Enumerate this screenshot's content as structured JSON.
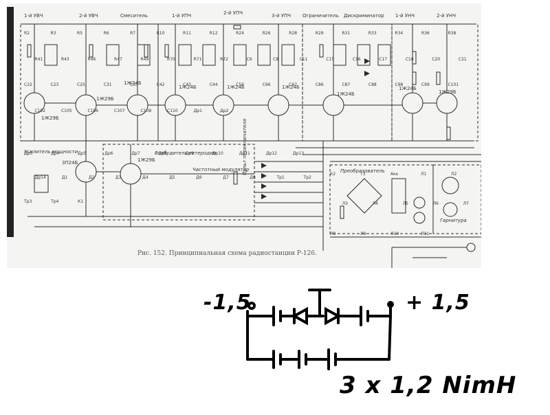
{
  "scan": {
    "caption": "Рис. 152. Принципиальная схема радиостанции Р-126.",
    "sections": [
      "1-й УВЧ",
      "2-й УВЧ",
      "Смеситель",
      "1-й УПЧ",
      "2-й УПЧ",
      "3-й УПЧ",
      "Ограничитель",
      "Дискриминатор",
      "1-й УНЧ",
      "2-й УНЧ"
    ],
    "blocks": [
      "Усилитель мощности",
      "Возбудитель-гетеродин",
      "Частотный модулятор",
      "Преобразователь",
      "Гарнитура",
      "Пульт переключателя"
    ],
    "tubes": [
      "1Ж29Б",
      "1Ж29Б",
      "1Ж24Б",
      "1Ж24Б",
      "1Ж24Б",
      "1Ж24Б",
      "1Ж24Б",
      "1Ж24Б",
      "1Ж29Б",
      "3П24Б",
      "1Ж29Б"
    ],
    "parts": [
      "R2",
      "R3",
      "R5",
      "R6",
      "R7",
      "R10",
      "R11",
      "R12",
      "R24",
      "R26",
      "R28",
      "R29",
      "R31",
      "R33",
      "R34",
      "R36",
      "R38",
      "R41",
      "R43",
      "R46",
      "R47",
      "R49",
      "R70",
      "R71",
      "R72",
      "C6",
      "C8",
      "C11",
      "C15",
      "C16",
      "C17",
      "C18",
      "C20",
      "C21",
      "C22",
      "C23",
      "C25",
      "C31",
      "C35",
      "C42",
      "C43",
      "C44",
      "C56",
      "C66",
      "C67",
      "C86",
      "C87",
      "C88",
      "C98",
      "C99",
      "C101",
      "C102",
      "C105",
      "C106",
      "C107",
      "C108",
      "C110",
      "Др1",
      "Др2",
      "Др3",
      "Др4",
      "Др5",
      "Др6",
      "Др7",
      "Др8",
      "Др9",
      "Др10",
      "Др11",
      "Др12",
      "Др13",
      "Дp14",
      "Д1",
      "Д2",
      "Д3",
      "Д4",
      "Д5",
      "Д6",
      "Д7",
      "Д8",
      "Тр1",
      "Тр2",
      "Тр3",
      "Тр4",
      "К1",
      "К2",
      "Т3",
      "Акк",
      "Л1",
      "Л2",
      "Л3",
      "Л4",
      "Л5",
      "Л6",
      "Л7",
      "Л8",
      "Л9",
      "Л10",
      "Л11"
    ]
  },
  "sketch": {
    "neg_label": "-1,5",
    "pos_label": "+ 1,5",
    "battery_label": "3 x 1,2 NimH"
  }
}
